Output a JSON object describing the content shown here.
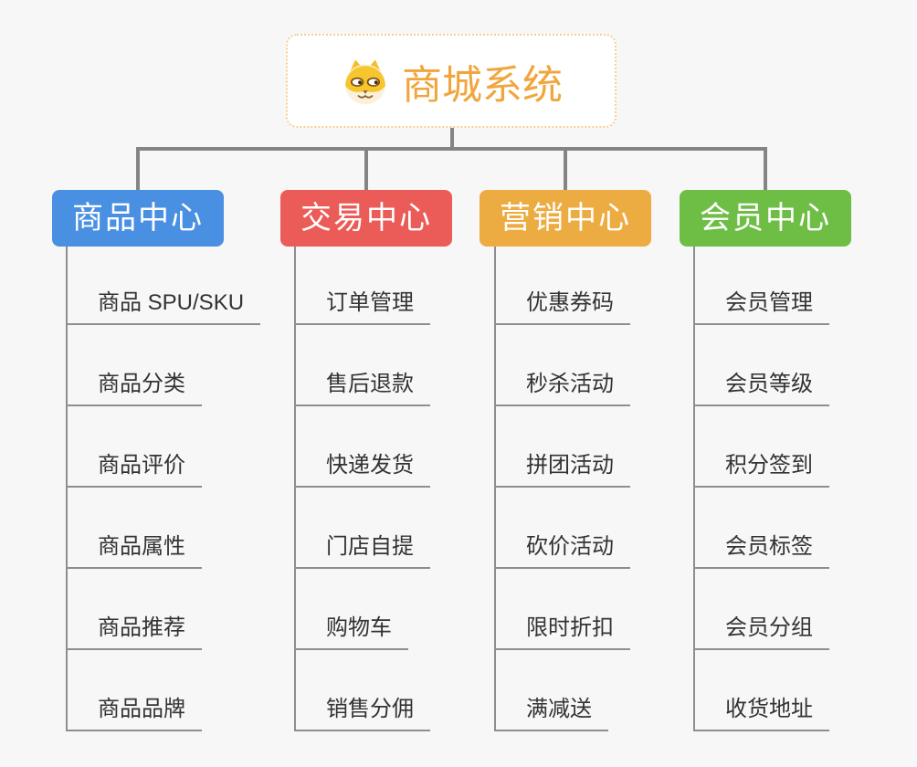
{
  "root": {
    "title": "商城系统",
    "icon": "dog-icon",
    "title_color": "#F0A63C",
    "border_color": "#F6CE8F"
  },
  "branches": [
    {
      "label": "商品中心",
      "color": "#4A90E2",
      "children": [
        "商品 SPU/SKU",
        "商品分类",
        "商品评价",
        "商品属性",
        "商品推荐",
        "商品品牌"
      ]
    },
    {
      "label": "交易中心",
      "color": "#EB5C58",
      "children": [
        "订单管理",
        "售后退款",
        "快递发货",
        "门店自提",
        "购物车",
        "销售分佣"
      ]
    },
    {
      "label": "营销中心",
      "color": "#ECAC41",
      "children": [
        "优惠券码",
        "秒杀活动",
        "拼团活动",
        "砍价活动",
        "限时折扣",
        "满减送"
      ]
    },
    {
      "label": "会员中心",
      "color": "#6EBE46",
      "children": [
        "会员管理",
        "会员等级",
        "积分签到",
        "会员标签",
        "会员分组",
        "收货地址"
      ]
    }
  ],
  "colors": {
    "background": "#F7F7F7",
    "connector": "#848484",
    "leaf_line": "#8E8E8E",
    "leaf_text": "#333333"
  }
}
